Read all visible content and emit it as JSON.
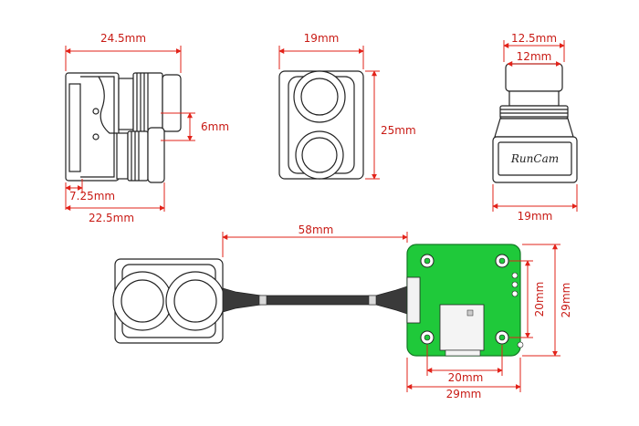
{
  "colors": {
    "dimension": "#e2231a",
    "outline": "#222222",
    "pcb_green": "#1fc93a",
    "ribbon": "#3a3a3a"
  },
  "brand_mark": "RunCam",
  "dimensions": {
    "side_length": "24.5mm",
    "side_lens_offset": "6mm",
    "side_back_depth": "7.25mm",
    "side_body_length": "22.5mm",
    "front_width": "19mm",
    "front_height": "25mm",
    "top_lens_outer": "12.5mm",
    "top_lens_inner": "12mm",
    "top_width": "19mm",
    "cable_length": "58mm",
    "board_hole_vertical": "20mm",
    "board_height": "29mm",
    "board_hole_horizontal": "20mm",
    "board_width": "29mm"
  }
}
